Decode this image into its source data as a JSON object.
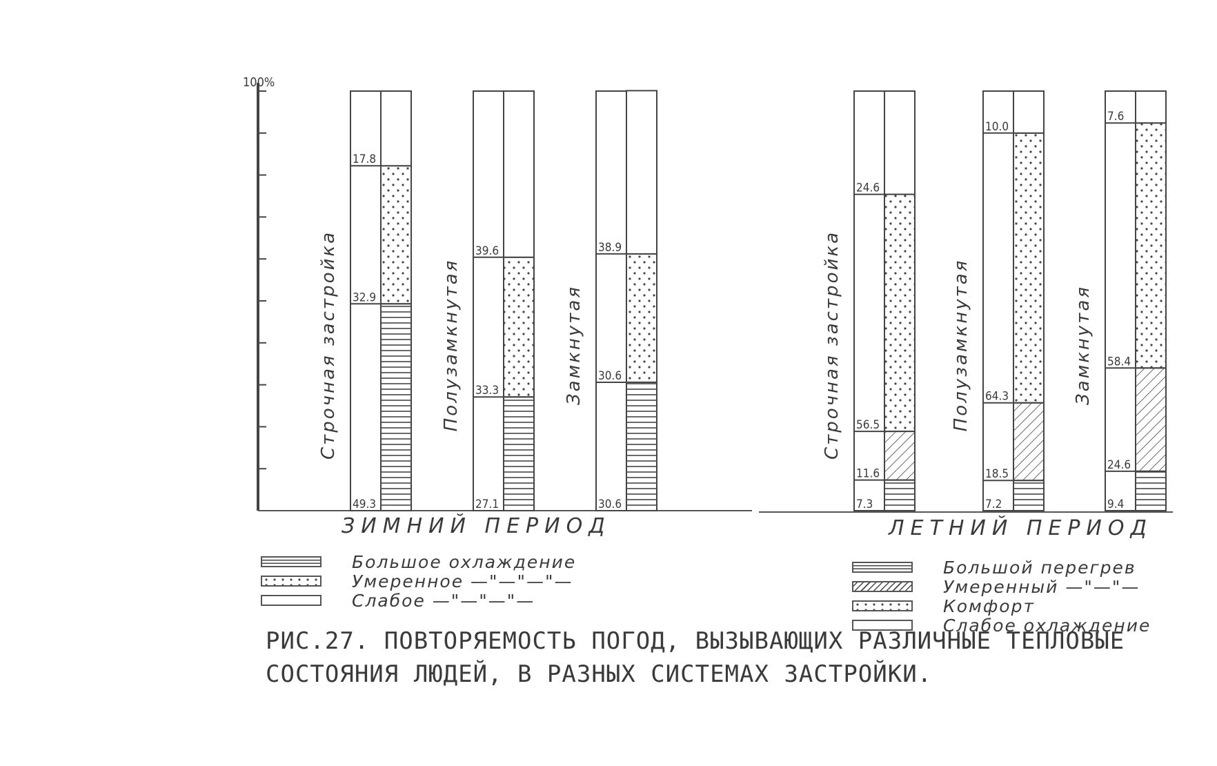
{
  "y_axis_top_label": "100%",
  "periods": [
    {
      "label": "ЗИМНИЙ ПЕРИОД"
    },
    {
      "label": "ЛЕТНИЙ ПЕРИОД"
    }
  ],
  "legends": [
    {
      "items": [
        {
          "pattern": "hlines",
          "label": "Большое охлаждение"
        },
        {
          "pattern": "dots",
          "label": "Умеренное  —\"—\"—\"—"
        },
        {
          "pattern": "blank",
          "label": "Слабое      —\"—\"—\"—"
        }
      ]
    },
    {
      "items": [
        {
          "pattern": "hlines",
          "label": "Большой перегрев"
        },
        {
          "pattern": "diag",
          "label": "Умеренный —\"—\"—"
        },
        {
          "pattern": "dots",
          "label": "Комфорт"
        },
        {
          "pattern": "blank",
          "label": "Слабое охлаждение"
        }
      ]
    }
  ],
  "caption": {
    "line1": "Рис.27.   Повторяемость   погод, вызывающих различные тепловые",
    "line2": "состояния людей, в разных системах застройки."
  },
  "chart_data": {
    "type": "bar",
    "stacked": true,
    "ylim": [
      0,
      100
    ],
    "y_top_label": "100%",
    "groups": [
      {
        "period": "ЗИМНИЙ ПЕРИОД",
        "bars": [
          {
            "category": "Строчная застройка",
            "segments": [
              {
                "series": "Большое охлаждение",
                "pattern": "hlines",
                "value": 49.3
              },
              {
                "series": "Умеренное",
                "pattern": "dots",
                "value": 32.9
              },
              {
                "series": "Слабое",
                "pattern": "blank",
                "value": 17.8
              }
            ]
          },
          {
            "category": "Полузамкнутая",
            "segments": [
              {
                "series": "Большое охлаждение",
                "pattern": "hlines",
                "value": 27.1
              },
              {
                "series": "Умеренное",
                "pattern": "dots",
                "value": 33.3
              },
              {
                "series": "Слабое",
                "pattern": "blank",
                "value": 39.6
              }
            ]
          },
          {
            "category": "Замкнутая",
            "segments": [
              {
                "series": "Большое охлаждение",
                "pattern": "hlines",
                "value": 30.6
              },
              {
                "series": "Умеренное",
                "pattern": "dots",
                "value": 30.6
              },
              {
                "series": "Слабое",
                "pattern": "blank",
                "value": 38.9
              }
            ]
          }
        ]
      },
      {
        "period": "ЛЕТНИЙ ПЕРИОД",
        "bars": [
          {
            "category": "Строчная застройка",
            "segments": [
              {
                "series": "Большой перегрев",
                "pattern": "hlines",
                "value": 7.3
              },
              {
                "series": "Умеренный",
                "pattern": "diag",
                "value": 11.6
              },
              {
                "series": "Комфорт",
                "pattern": "dots",
                "value": 56.5
              },
              {
                "series": "Слабое охлаждение",
                "pattern": "blank",
                "value": 24.6
              }
            ]
          },
          {
            "category": "Полузамкнутая",
            "segments": [
              {
                "series": "Большой перегрев",
                "pattern": "hlines",
                "value": 7.2
              },
              {
                "series": "Умеренный",
                "pattern": "diag",
                "value": 18.5
              },
              {
                "series": "Комфорт",
                "pattern": "dots",
                "value": 64.3
              },
              {
                "series": "Слабое охлаждение",
                "pattern": "blank",
                "value": 10.0
              }
            ]
          },
          {
            "category": "Замкнутая",
            "segments": [
              {
                "series": "Большой перегрев",
                "pattern": "hlines",
                "value": 9.4
              },
              {
                "series": "Умеренный",
                "pattern": "diag",
                "value": 24.6
              },
              {
                "series": "Комфорт",
                "pattern": "dots",
                "value": 58.4
              },
              {
                "series": "Слабое охлаждение",
                "pattern": "blank",
                "value": 7.6
              }
            ]
          }
        ]
      }
    ]
  }
}
